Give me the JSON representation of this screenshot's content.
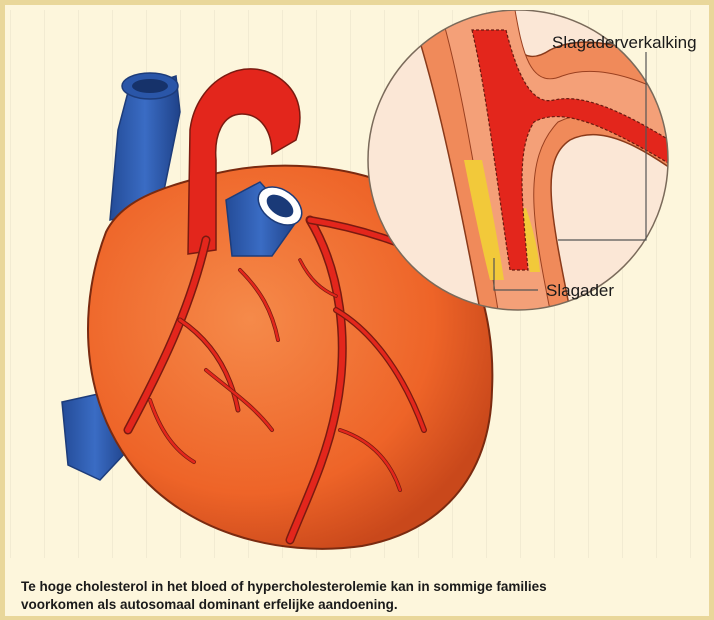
{
  "diagram": {
    "labels": {
      "atherosclerosis": "Slagaderverkalking",
      "artery": "Slagader"
    }
  },
  "caption": {
    "line1": "Te hoge cholesterol in het bloed of hypercholesterolemie kan in sommige families",
    "line2": "voorkomen als autosomaal dominant erfelijke aandoening."
  },
  "colors": {
    "background": "#fdf6dc",
    "border": "#e9d79a",
    "heart": "#f06a2c",
    "artery": "#e0281e",
    "vein": "#2f5fb0",
    "plaque": "#f2c93a"
  }
}
